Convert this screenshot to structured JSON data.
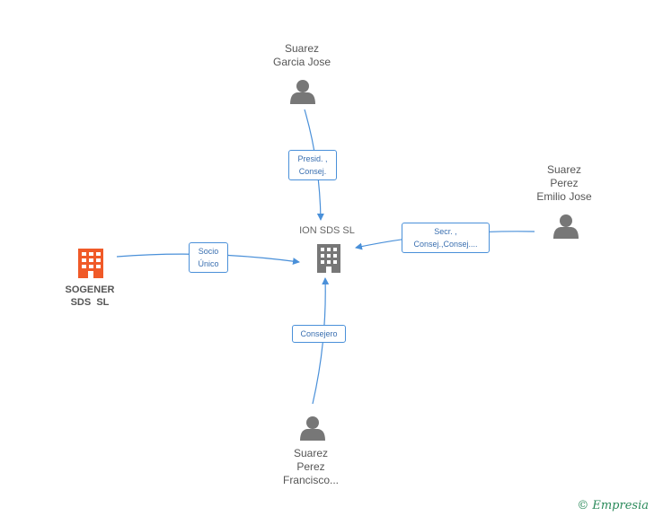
{
  "nodes": {
    "central": {
      "name": "ION SDS SL"
    },
    "sogener": {
      "line1": "SOGENER",
      "line2": "SDS  SL"
    },
    "garcia": {
      "line1": "Suarez",
      "line2": "Garcia Jose"
    },
    "emilio": {
      "line1": "Suarez",
      "line2": "Perez",
      "line3": "Emilio Jose"
    },
    "francisco": {
      "line1": "Suarez",
      "line2": "Perez",
      "line3": "Francisco..."
    }
  },
  "edges": {
    "garcia": {
      "line1": "Presid. ,",
      "line2": "Consej."
    },
    "emilio": {
      "line1": "Secr. ,",
      "line2": "Consej.,Consej...."
    },
    "sogener": {
      "line1": "Socio",
      "line2": "Único"
    },
    "francisco": {
      "line1": "Consejero"
    }
  },
  "brand": {
    "copyright": "©",
    "name": "Empresia"
  },
  "colors": {
    "edge": "#4a90d9",
    "person_icon": "#777777",
    "central_icon": "#777777",
    "company_icon": "#f05a28"
  }
}
